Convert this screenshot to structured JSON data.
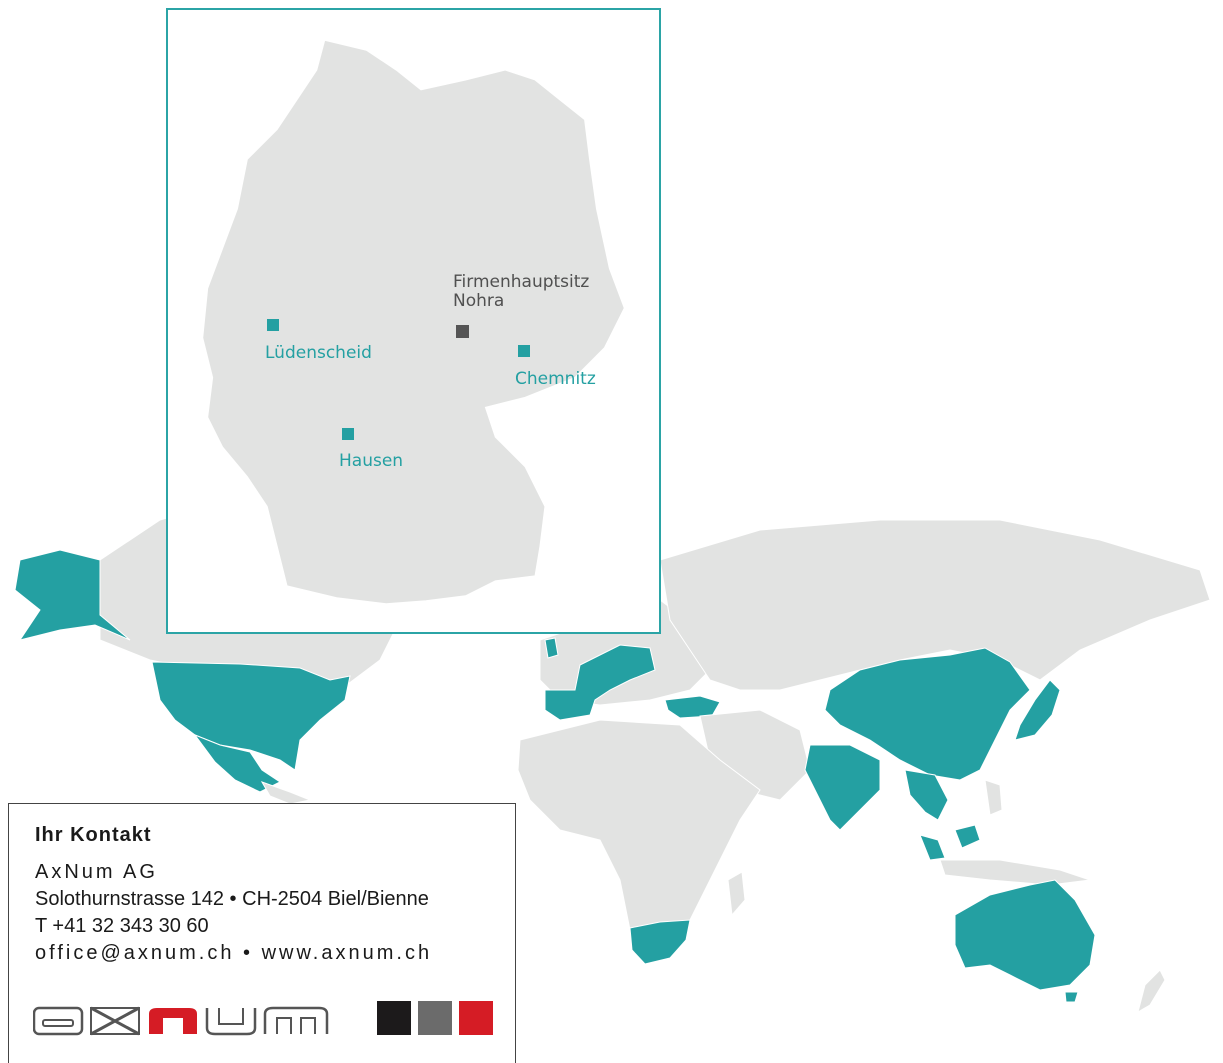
{
  "inset": {
    "hq": {
      "line1": "Firmenhauptsitz",
      "line2": "Nohra"
    },
    "locations": [
      {
        "name": "Lüdenscheid"
      },
      {
        "name": "Chemnitz"
      },
      {
        "name": "Hausen"
      }
    ]
  },
  "contact": {
    "heading": "Ihr Kontakt",
    "company": "AxNum AG",
    "address": "Solothurnstrasse 142 • CH-2504 Biel/Bienne",
    "phone": "T +41 32 343 30 60",
    "web": "office@axnum.ch • www.axnum.ch"
  },
  "logo": {
    "wordmark": "axnum",
    "swatch_colors": [
      "#1c1a1b",
      "#6b6b6b",
      "#d51c25"
    ]
  },
  "colors": {
    "accent": "#24a0a2",
    "land": "#e2e3e2",
    "hq_marker": "#555555"
  }
}
